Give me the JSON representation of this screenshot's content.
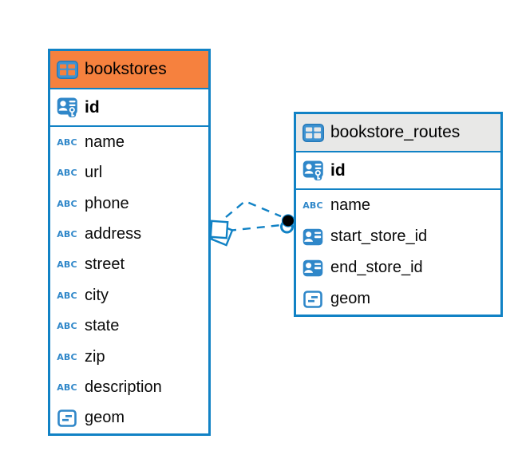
{
  "colors": {
    "accent_blue": "#1182C5",
    "icon_blue": "#2F87C9",
    "icon_frame_blue": "#2478B8",
    "icon_fill_blue": "#3E93D2",
    "bookstores_header_bg": "#F6813E",
    "routes_header_bg": "#E8E8E7",
    "line_black": "#000000"
  },
  "labels": {
    "text_type_glyph": "ABC"
  },
  "icons": {
    "header": "table-icon",
    "primary-key": "primary-key-icon",
    "foreign-key": "foreign-key-icon",
    "text": "text-type-icon",
    "geometry": "geometry-type-icon"
  },
  "diagram": {
    "tables": [
      {
        "name": "bookstores",
        "header_bg": "#F6813E",
        "primary_key": {
          "label": "id",
          "type": "primary-key"
        },
        "columns": [
          {
            "label": "name",
            "type": "text"
          },
          {
            "label": "url",
            "type": "text"
          },
          {
            "label": "phone",
            "type": "text"
          },
          {
            "label": "address",
            "type": "text"
          },
          {
            "label": "street",
            "type": "text"
          },
          {
            "label": "city",
            "type": "text"
          },
          {
            "label": "state",
            "type": "text"
          },
          {
            "label": "zip",
            "type": "text"
          },
          {
            "label": "description",
            "type": "text"
          },
          {
            "label": "geom",
            "type": "geometry"
          }
        ]
      },
      {
        "name": "bookstore_routes",
        "header_bg": "#E8E8E7",
        "primary_key": {
          "label": "id",
          "type": "primary-key"
        },
        "columns": [
          {
            "label": "name",
            "type": "text"
          },
          {
            "label": "start_store_id",
            "type": "foreign-key"
          },
          {
            "label": "end_store_id",
            "type": "foreign-key"
          },
          {
            "label": "geom",
            "type": "geometry"
          }
        ]
      }
    ],
    "relation": {
      "from_table": "bookstores",
      "to_table": "bookstore_routes",
      "line_style": "dashed",
      "line_count": 2,
      "from_marker": "stacked-squares",
      "to_marker": "black-dot-with-ring"
    }
  }
}
